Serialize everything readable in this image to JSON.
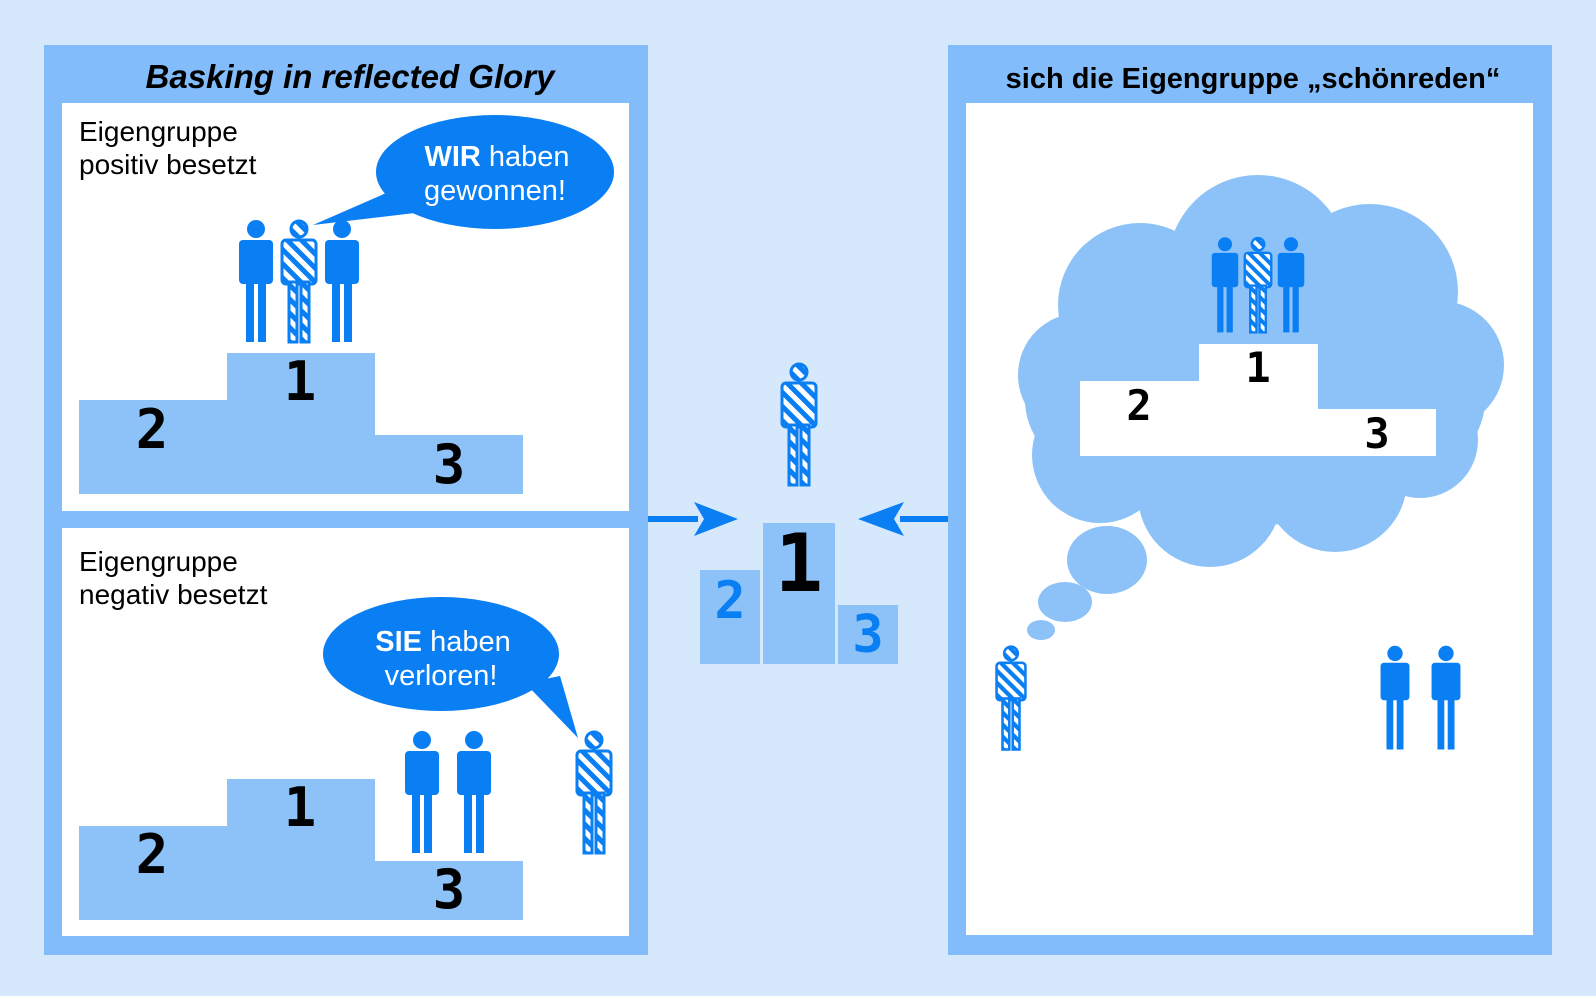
{
  "left_panel": {
    "title": "Basking in reflected Glory",
    "top": {
      "label_line1": "Eigengruppe",
      "label_line2": "positiv besetzt",
      "bubble_bold": "WIR",
      "bubble_rest": " haben",
      "bubble_line2": "gewonnen!"
    },
    "bottom": {
      "label_line1": "Eigengruppe",
      "label_line2": "negativ besetzt",
      "bubble_bold": "SIE",
      "bubble_rest": " haben",
      "bubble_line2": "verloren!"
    }
  },
  "right_panel": {
    "title": "sich die Eigengruppe „schönreden“"
  },
  "podium_numbers": {
    "first": "1",
    "second": "2",
    "third": "3"
  },
  "icons": {
    "person": "person-icon",
    "person_self": "hatched-person-icon",
    "arrow_right": "arrow-right-icon",
    "arrow_left": "arrow-left-icon",
    "thought_cloud": "thought-cloud-icon",
    "speech_bubble": "speech-bubble-icon"
  },
  "colors": {
    "page_bg": "#d6e8fb",
    "panel_frame": "#82bcfb",
    "accent_blue": "#0a7ef3",
    "podium_light": "#8cc2f8",
    "white": "#ffffff"
  }
}
